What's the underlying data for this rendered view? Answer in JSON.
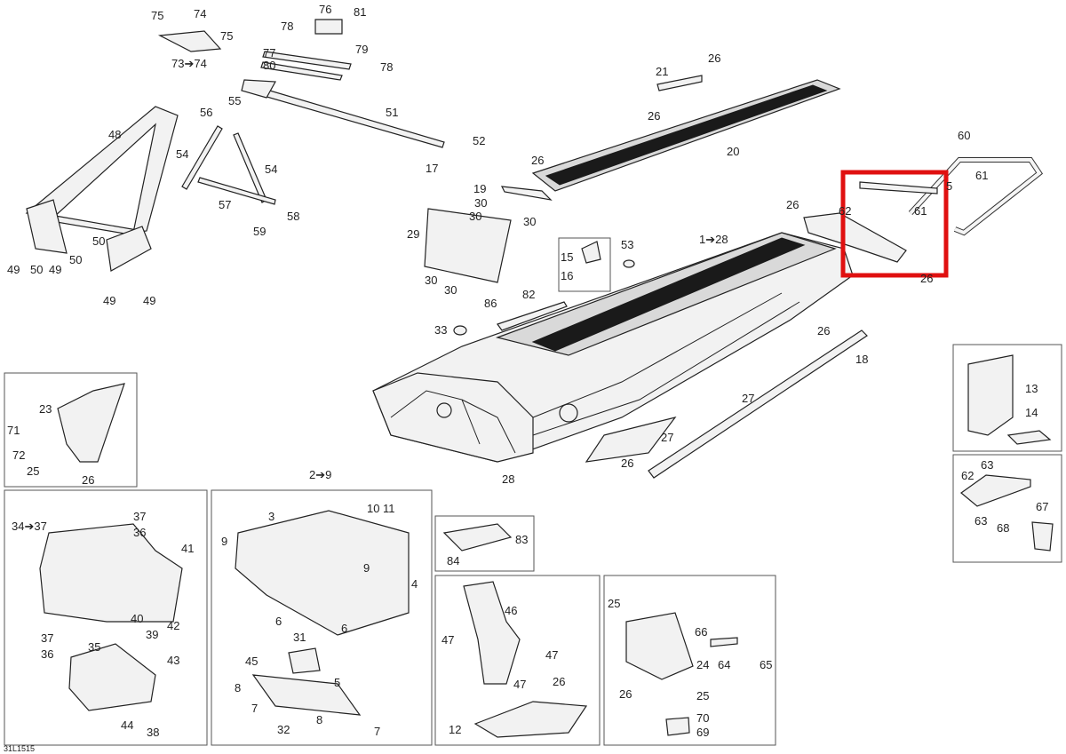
{
  "diagram": {
    "reference_code": "31L1515",
    "highlight_color": "#e01010",
    "callouts": [
      {
        "id": "c1",
        "text": "75"
      },
      {
        "id": "c2",
        "text": "74"
      },
      {
        "id": "c3",
        "text": "75"
      },
      {
        "id": "c4",
        "text": "73➔74"
      },
      {
        "id": "c5",
        "text": "76"
      },
      {
        "id": "c6",
        "text": "81"
      },
      {
        "id": "c7",
        "text": "78"
      },
      {
        "id": "c8",
        "text": "77"
      },
      {
        "id": "c9",
        "text": "79"
      },
      {
        "id": "c10",
        "text": "80"
      },
      {
        "id": "c11",
        "text": "78"
      },
      {
        "id": "c12",
        "text": "21"
      },
      {
        "id": "c13",
        "text": "26"
      },
      {
        "id": "c14",
        "text": "26"
      },
      {
        "id": "c15",
        "text": "20"
      },
      {
        "id": "c16",
        "text": "48"
      },
      {
        "id": "c17",
        "text": "56"
      },
      {
        "id": "c18",
        "text": "55"
      },
      {
        "id": "c19",
        "text": "51"
      },
      {
        "id": "c20",
        "text": "52"
      },
      {
        "id": "c21",
        "text": "17"
      },
      {
        "id": "c22",
        "text": "54"
      },
      {
        "id": "c23",
        "text": "54"
      },
      {
        "id": "c24",
        "text": "57"
      },
      {
        "id": "c25",
        "text": "58"
      },
      {
        "id": "c26",
        "text": "59"
      },
      {
        "id": "c27",
        "text": "26"
      },
      {
        "id": "c28",
        "text": "19"
      },
      {
        "id": "c29",
        "text": "30"
      },
      {
        "id": "c30",
        "text": "30"
      },
      {
        "id": "c31",
        "text": "30"
      },
      {
        "id": "c32",
        "text": "29"
      },
      {
        "id": "c33",
        "text": "30"
      },
      {
        "id": "c34",
        "text": "30"
      },
      {
        "id": "c35",
        "text": "50"
      },
      {
        "id": "c36",
        "text": "49"
      },
      {
        "id": "c37",
        "text": "50"
      },
      {
        "id": "c38",
        "text": "49"
      },
      {
        "id": "c39",
        "text": "50"
      },
      {
        "id": "c40",
        "text": "49"
      },
      {
        "id": "c41",
        "text": "49"
      },
      {
        "id": "c42",
        "text": "60"
      },
      {
        "id": "c43",
        "text": "61"
      },
      {
        "id": "c44",
        "text": "5"
      },
      {
        "id": "c45",
        "text": "26"
      },
      {
        "id": "c46",
        "text": "62"
      },
      {
        "id": "c47",
        "text": "61"
      },
      {
        "id": "c48",
        "text": "26"
      },
      {
        "id": "c49",
        "text": "1➔28"
      },
      {
        "id": "c50",
        "text": "53"
      },
      {
        "id": "c51",
        "text": "15"
      },
      {
        "id": "c52",
        "text": "16"
      },
      {
        "id": "c53",
        "text": "82"
      },
      {
        "id": "c54",
        "text": "86"
      },
      {
        "id": "c55",
        "text": "33"
      },
      {
        "id": "c56",
        "text": "26"
      },
      {
        "id": "c57",
        "text": "18"
      },
      {
        "id": "c58",
        "text": "27"
      },
      {
        "id": "c59",
        "text": "27"
      },
      {
        "id": "c60",
        "text": "26"
      },
      {
        "id": "c61",
        "text": "28"
      },
      {
        "id": "c62",
        "text": "23"
      },
      {
        "id": "c63",
        "text": "71"
      },
      {
        "id": "c64",
        "text": "72"
      },
      {
        "id": "c65",
        "text": "25"
      },
      {
        "id": "c66",
        "text": "26"
      },
      {
        "id": "c67",
        "text": "13"
      },
      {
        "id": "c68",
        "text": "14"
      },
      {
        "id": "c69",
        "text": "63"
      },
      {
        "id": "c70",
        "text": "62"
      },
      {
        "id": "c71",
        "text": "63"
      },
      {
        "id": "c72",
        "text": "67"
      },
      {
        "id": "c73",
        "text": "68"
      },
      {
        "id": "c74",
        "text": "34➔37"
      },
      {
        "id": "c75",
        "text": "37"
      },
      {
        "id": "c76",
        "text": "36"
      },
      {
        "id": "c77",
        "text": "41"
      },
      {
        "id": "c78",
        "text": "40"
      },
      {
        "id": "c79",
        "text": "39"
      },
      {
        "id": "c80",
        "text": "42"
      },
      {
        "id": "c81",
        "text": "37"
      },
      {
        "id": "c82",
        "text": "36"
      },
      {
        "id": "c83",
        "text": "35"
      },
      {
        "id": "c84",
        "text": "43"
      },
      {
        "id": "c85",
        "text": "44"
      },
      {
        "id": "c86",
        "text": "38"
      },
      {
        "id": "c87",
        "text": "2➔9"
      },
      {
        "id": "c88",
        "text": "3"
      },
      {
        "id": "c89",
        "text": "10"
      },
      {
        "id": "c90",
        "text": "11"
      },
      {
        "id": "c91",
        "text": "9"
      },
      {
        "id": "c92",
        "text": "9"
      },
      {
        "id": "c93",
        "text": "4"
      },
      {
        "id": "c94",
        "text": "6"
      },
      {
        "id": "c95",
        "text": "6"
      },
      {
        "id": "c96",
        "text": "31"
      },
      {
        "id": "c97",
        "text": "45"
      },
      {
        "id": "c98",
        "text": "5"
      },
      {
        "id": "c99",
        "text": "8"
      },
      {
        "id": "c100",
        "text": "7"
      },
      {
        "id": "c101",
        "text": "32"
      },
      {
        "id": "c102",
        "text": "8"
      },
      {
        "id": "c103",
        "text": "7"
      },
      {
        "id": "c104",
        "text": "83"
      },
      {
        "id": "c105",
        "text": "84"
      },
      {
        "id": "c106",
        "text": "46"
      },
      {
        "id": "c107",
        "text": "47"
      },
      {
        "id": "c108",
        "text": "47"
      },
      {
        "id": "c109",
        "text": "47"
      },
      {
        "id": "c110",
        "text": "26"
      },
      {
        "id": "c111",
        "text": "12"
      },
      {
        "id": "c112",
        "text": "25"
      },
      {
        "id": "c113",
        "text": "66"
      },
      {
        "id": "c114",
        "text": "24"
      },
      {
        "id": "c115",
        "text": "64"
      },
      {
        "id": "c116",
        "text": "65"
      },
      {
        "id": "c117",
        "text": "26"
      },
      {
        "id": "c118",
        "text": "25"
      },
      {
        "id": "c119",
        "text": "70"
      },
      {
        "id": "c120",
        "text": "69"
      }
    ]
  }
}
